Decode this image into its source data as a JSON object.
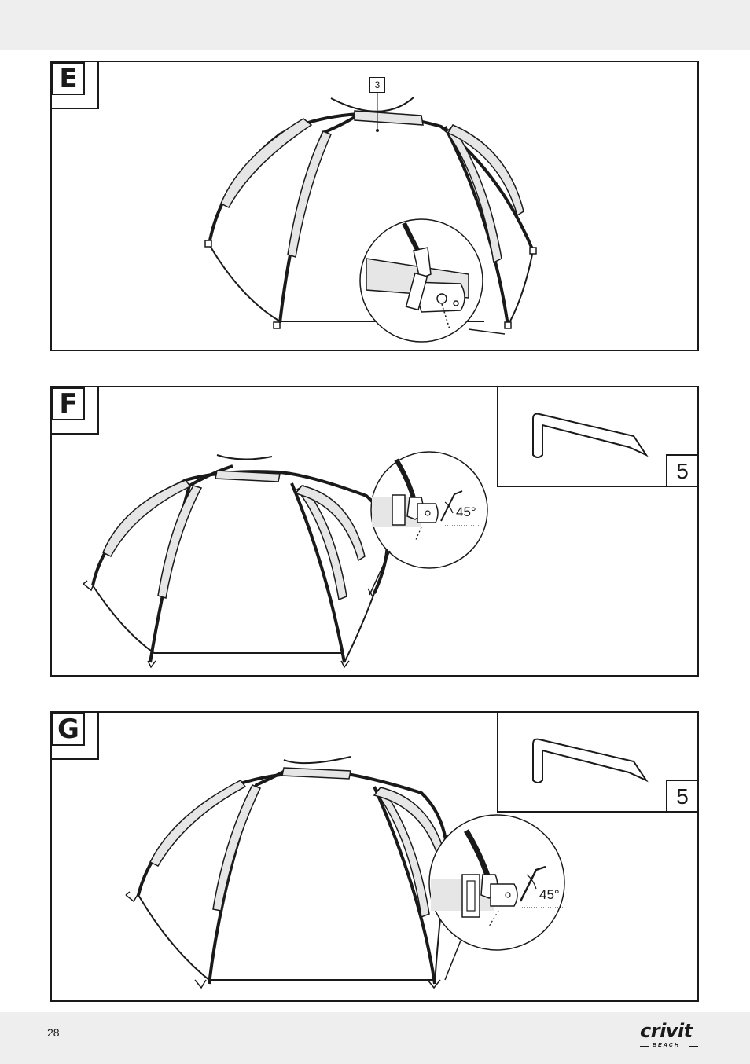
{
  "panels": [
    {
      "label": "E",
      "callout": "3",
      "angle": "",
      "stake_number": ""
    },
    {
      "label": "F",
      "callout": "",
      "angle": "45°",
      "stake_number": "5"
    },
    {
      "label": "G",
      "callout": "",
      "angle": "45°",
      "stake_number": "5"
    }
  ],
  "footer": {
    "page_number": "28",
    "logo_brand": "crivit",
    "logo_sub": "BEACH"
  },
  "colors": {
    "band": "#eeeeee",
    "line": "#1a1a1a",
    "sleeve": "#e6e6e6"
  },
  "icons": [
    "tent-illustration",
    "pole-clip-detail-icon",
    "tent-stake-icon",
    "angle-arrow-icon"
  ]
}
